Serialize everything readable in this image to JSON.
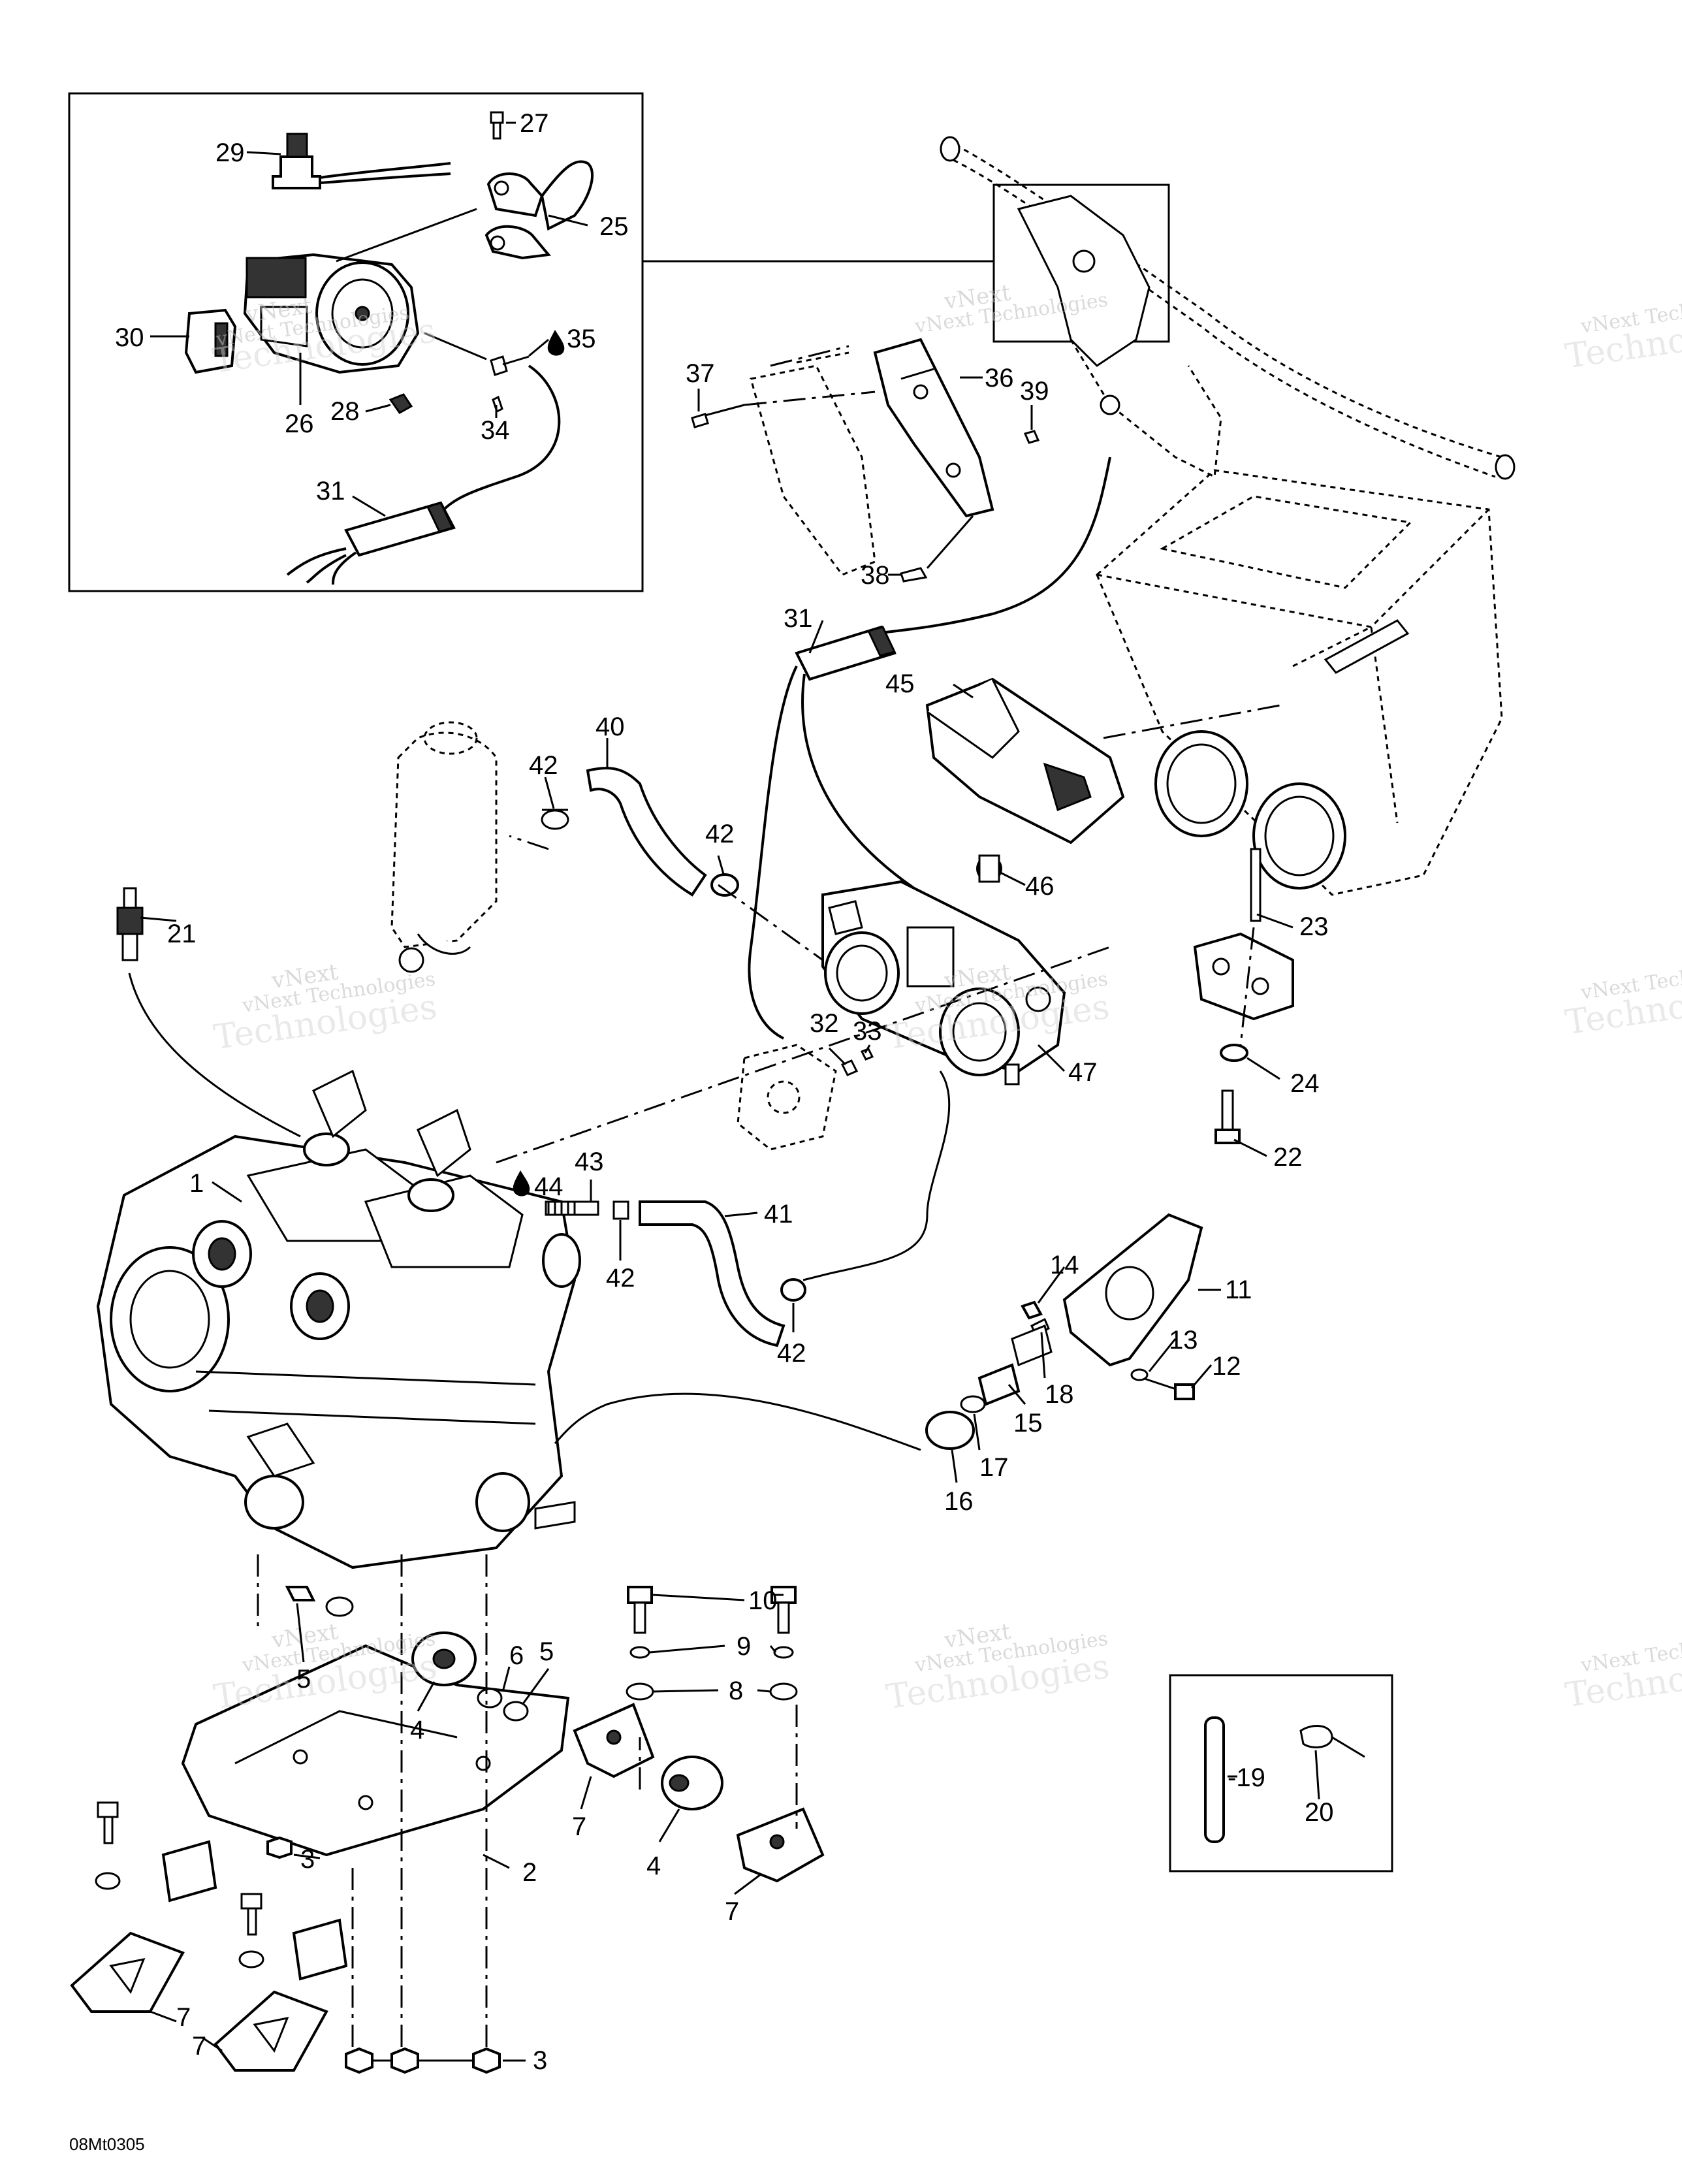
{
  "watermark": {
    "line1": "vNext Technologies",
    "line2": "Technologies",
    "line3": "vNext"
  },
  "drawing_code": "08Mt0305",
  "inset_box_title": "",
  "callouts": [
    {
      "id": "c1",
      "text": "1"
    },
    {
      "id": "c2",
      "text": "2"
    },
    {
      "id": "c3a",
      "text": "3"
    },
    {
      "id": "c3b",
      "text": "3"
    },
    {
      "id": "c4a",
      "text": "4"
    },
    {
      "id": "c4b",
      "text": "4"
    },
    {
      "id": "c5a",
      "text": "5"
    },
    {
      "id": "c5b",
      "text": "5"
    },
    {
      "id": "c6",
      "text": "6"
    },
    {
      "id": "c7a",
      "text": "7"
    },
    {
      "id": "c7b",
      "text": "7"
    },
    {
      "id": "c7c",
      "text": "7"
    },
    {
      "id": "c7d",
      "text": "7"
    },
    {
      "id": "c8",
      "text": "8"
    },
    {
      "id": "c9",
      "text": "9"
    },
    {
      "id": "c10",
      "text": "10"
    },
    {
      "id": "c11",
      "text": "11"
    },
    {
      "id": "c12",
      "text": "12"
    },
    {
      "id": "c13",
      "text": "13"
    },
    {
      "id": "c14",
      "text": "14"
    },
    {
      "id": "c15",
      "text": "15"
    },
    {
      "id": "c16",
      "text": "16"
    },
    {
      "id": "c17",
      "text": "17"
    },
    {
      "id": "c18",
      "text": "18"
    },
    {
      "id": "c19",
      "text": "-19"
    },
    {
      "id": "c20",
      "text": "20"
    },
    {
      "id": "c21",
      "text": "21"
    },
    {
      "id": "c22",
      "text": "22"
    },
    {
      "id": "c23",
      "text": "23"
    },
    {
      "id": "c24",
      "text": "24"
    },
    {
      "id": "c25",
      "text": "25"
    },
    {
      "id": "c26",
      "text": "26"
    },
    {
      "id": "c27",
      "text": "27"
    },
    {
      "id": "c28",
      "text": "28"
    },
    {
      "id": "c29",
      "text": "29"
    },
    {
      "id": "c30",
      "text": "30"
    },
    {
      "id": "c31a",
      "text": "31"
    },
    {
      "id": "c31b",
      "text": "31"
    },
    {
      "id": "c32",
      "text": "32"
    },
    {
      "id": "c33",
      "text": "33"
    },
    {
      "id": "c34",
      "text": "34"
    },
    {
      "id": "c35",
      "text": "35"
    },
    {
      "id": "c36",
      "text": "36"
    },
    {
      "id": "c37",
      "text": "37"
    },
    {
      "id": "c38",
      "text": "38"
    },
    {
      "id": "c39",
      "text": "39"
    },
    {
      "id": "c40",
      "text": "40"
    },
    {
      "id": "c41",
      "text": "41"
    },
    {
      "id": "c42a",
      "text": "42"
    },
    {
      "id": "c42b",
      "text": "42"
    },
    {
      "id": "c42c",
      "text": "42"
    },
    {
      "id": "c42d",
      "text": "42"
    },
    {
      "id": "c43",
      "text": "43"
    },
    {
      "id": "c44",
      "text": "44"
    },
    {
      "id": "c45",
      "text": "45"
    },
    {
      "id": "c46",
      "text": "46"
    },
    {
      "id": "c47",
      "text": "47"
    }
  ]
}
